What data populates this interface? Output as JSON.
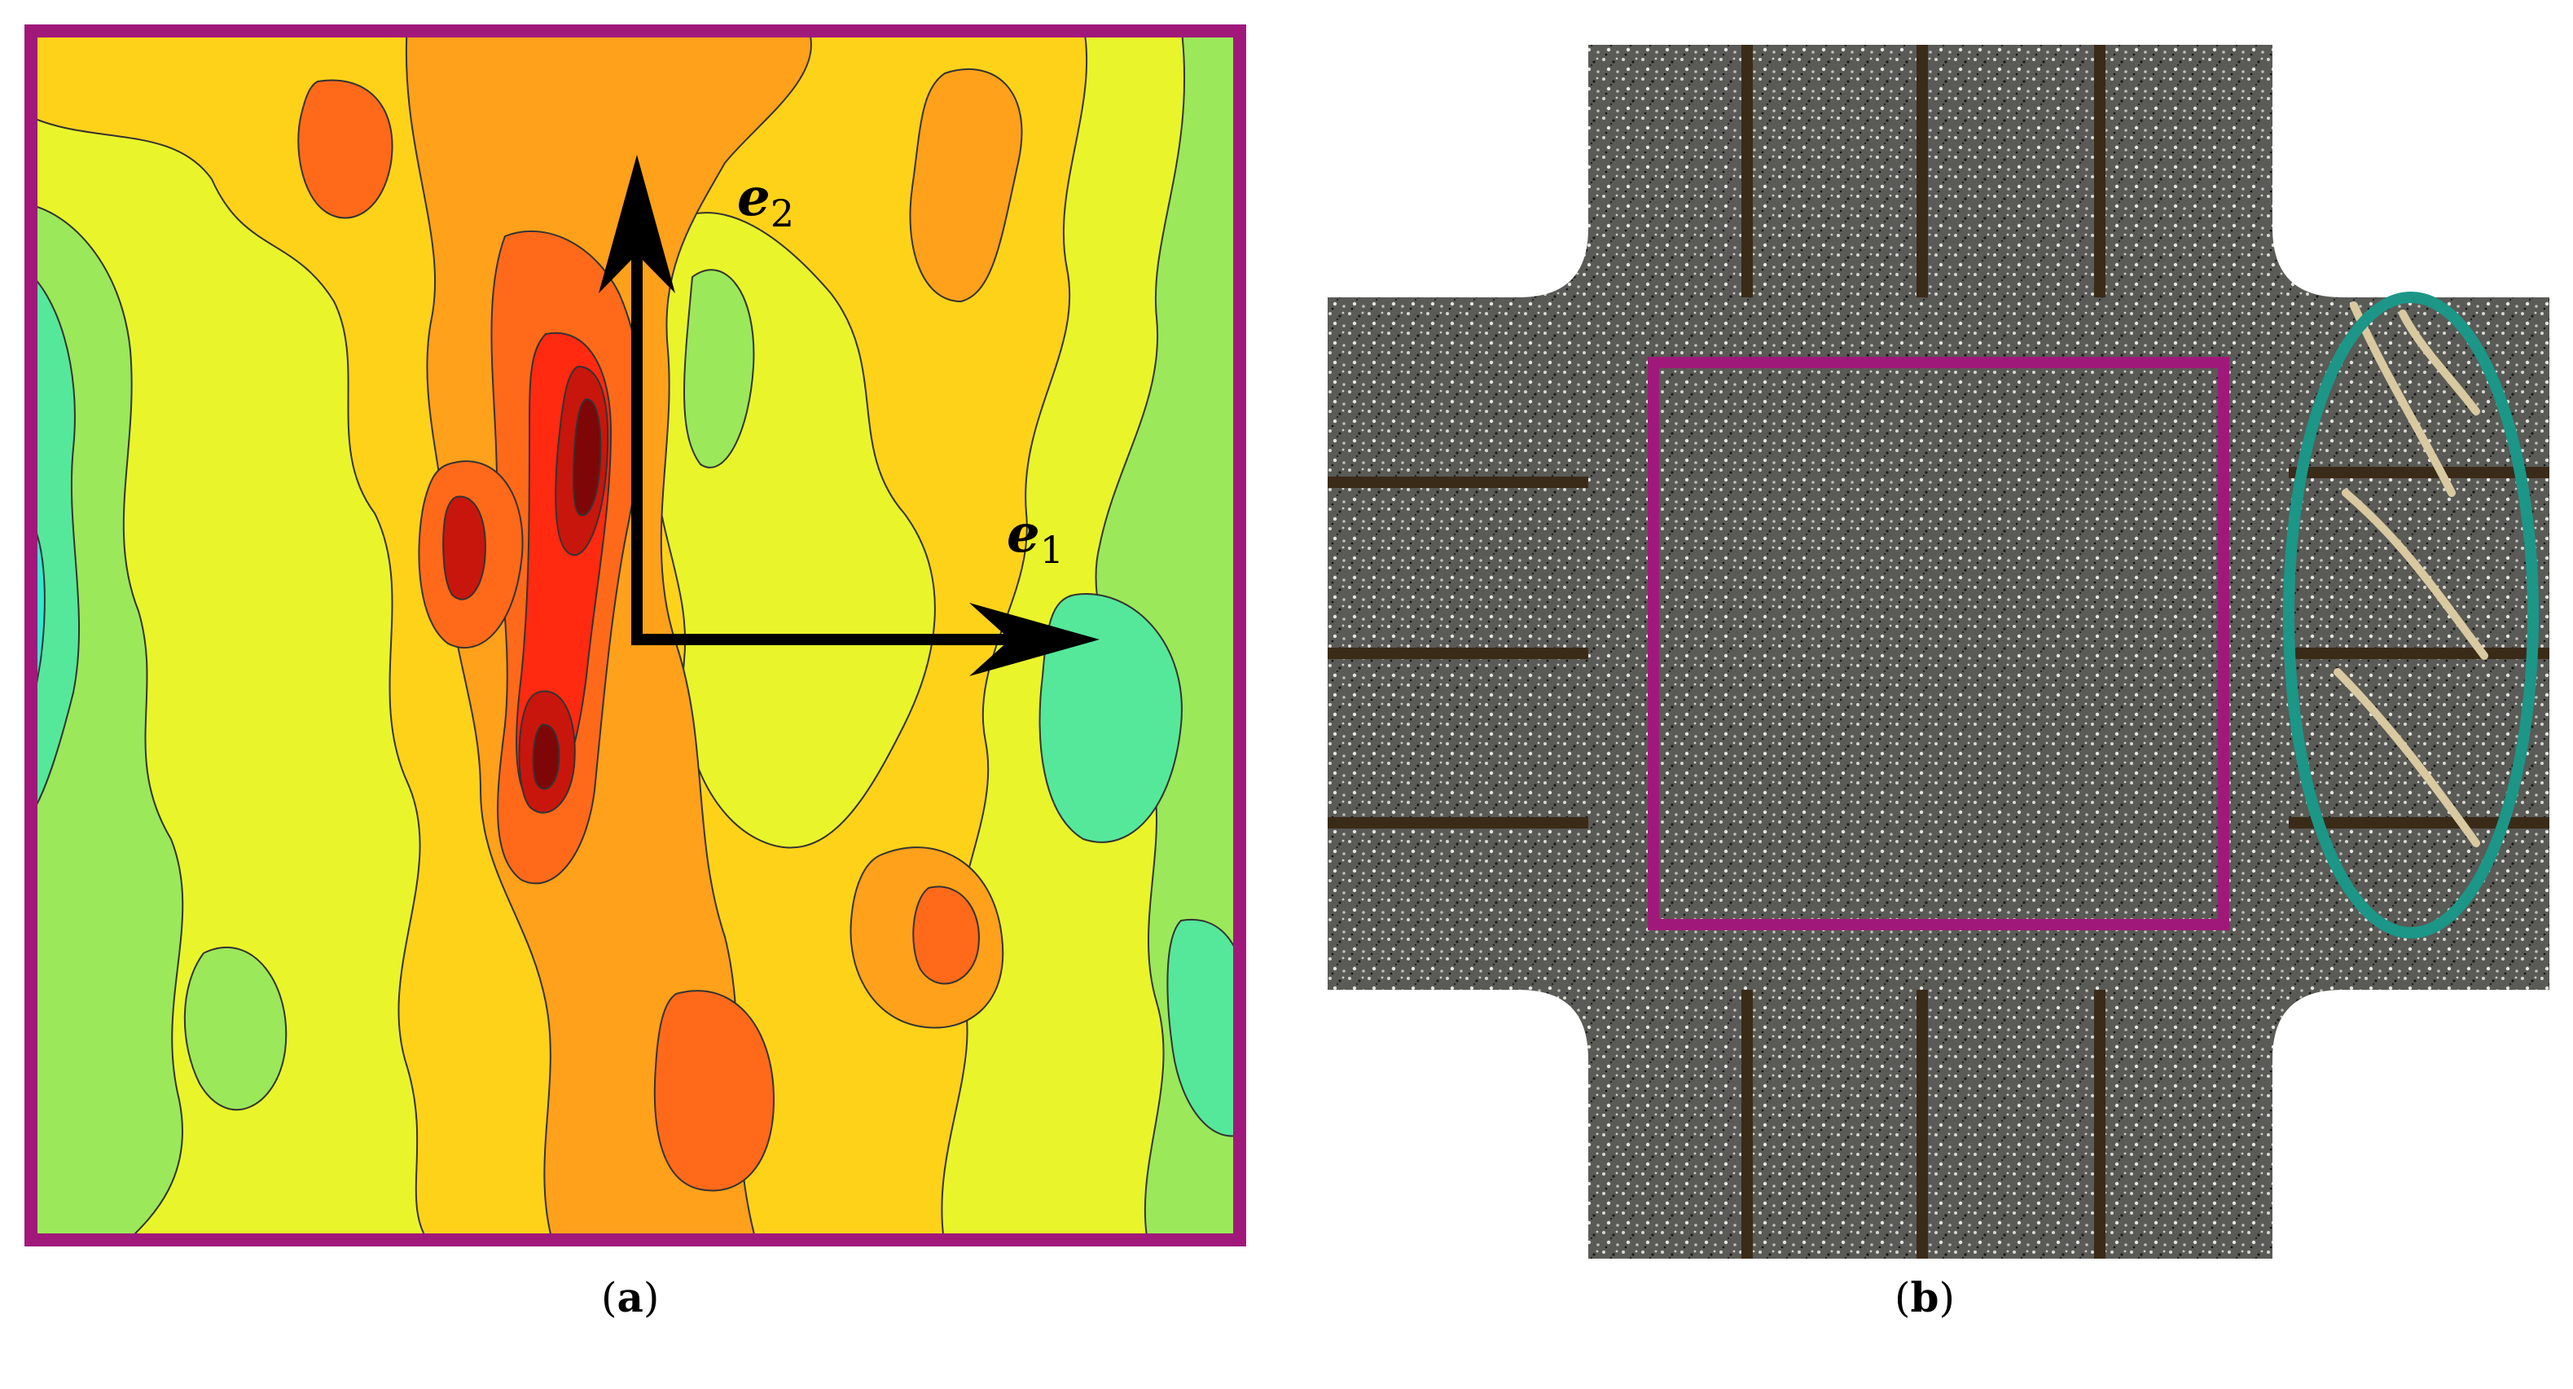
{
  "figure": {
    "panel_a": {
      "caption_open": "(",
      "caption_letter": "a",
      "caption_close": ")",
      "axis_e2": {
        "symbol": "e",
        "subscript": "2"
      },
      "axis_e1": {
        "symbol": "e",
        "subscript": "1"
      },
      "frame_color": "#a0197a",
      "palette": [
        "#33e8d2",
        "#55e89a",
        "#9be85a",
        "#e9f52a",
        "#ffd21a",
        "#ffa11a",
        "#ff6a1a",
        "#ff2a10",
        "#c8160c",
        "#7e0606"
      ]
    },
    "panel_b": {
      "caption_open": "(",
      "caption_letter": "b",
      "caption_close": ")",
      "roi_color": "#a0197a",
      "damage_marker_color": "#1c9687",
      "specimen_color": "#5a5a56"
    }
  }
}
